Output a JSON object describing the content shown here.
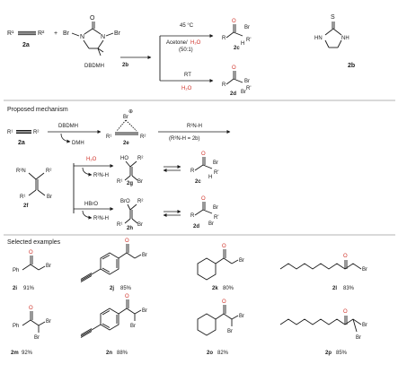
{
  "top": {
    "alkyne": {
      "r1": "R¹",
      "r2": "R²"
    },
    "alkyne_id": "2a",
    "plus": "+",
    "dbdmh_br_left": "Br",
    "dbdmh_br_right": "Br",
    "dbdmh_o": "O",
    "dbdmh_n1": "N",
    "dbdmh_n2": "N",
    "dbdmh_name": "DBDMH",
    "catalyst_on_arrow": "2b",
    "upper_temp": "45 °C",
    "upper_solvent_a": "Acetone/",
    "upper_solvent_b": "H₂O",
    "upper_ratio": "(50:1)",
    "lower_temp": "RT",
    "lower_solvent": "H₂O",
    "prod_2c": "2c",
    "prod_2d": "2d",
    "catalyst_id": "2b",
    "thiourea_s": "S",
    "thiourea_hn": "HN",
    "thiourea_nh": "NH"
  },
  "mechanism": {
    "heading": "Proposed mechanism",
    "reagent_dbdmh": "DBDMH",
    "dmh": "DMH",
    "intermediate_id": "2e",
    "r3nh": "R³N-H",
    "r3nh_note": "(R³N-H = 2b)",
    "alkyne_id": "2a",
    "intermediate_2f": "2f",
    "h2o": "H₂O",
    "hbro": "HBrO",
    "r3nh_b": "R³N-H",
    "r3nh_c": "R³N-H",
    "id_2g": "2g",
    "id_2h": "2h",
    "id_2c": "2c",
    "id_2d": "2d"
  },
  "examples": {
    "heading": "Selected examples",
    "items": [
      {
        "id": "2i",
        "yield": "91%"
      },
      {
        "id": "2j",
        "yield": "85%"
      },
      {
        "id": "2k",
        "yield": "80%"
      },
      {
        "id": "2l",
        "yield": "83%"
      },
      {
        "id": "2m",
        "yield": "92%"
      },
      {
        "id": "2n",
        "yield": "88%"
      },
      {
        "id": "2o",
        "yield": "82%"
      },
      {
        "id": "2p",
        "yield": "85%"
      }
    ],
    "ph": "Ph"
  }
}
